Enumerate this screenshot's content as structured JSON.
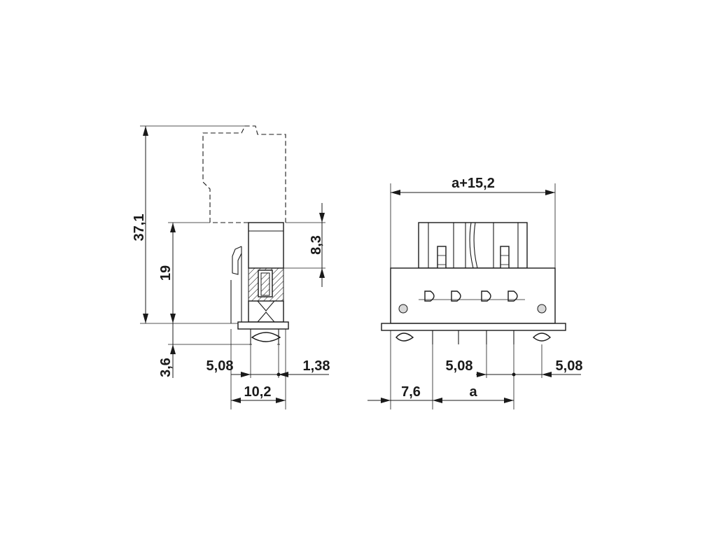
{
  "dimensions": {
    "side": {
      "total_height": "37,1",
      "body_height": "19",
      "pin_length": "3,6",
      "plug_height": "8,3",
      "pin_pitch": "5,08",
      "pin_offset": "1,38",
      "width": "10,2"
    },
    "front": {
      "overall_width": "a+15,2",
      "edge_offset": "7,6",
      "span": "a",
      "pitch_left": "5,08",
      "pitch_right": "5,08"
    }
  }
}
